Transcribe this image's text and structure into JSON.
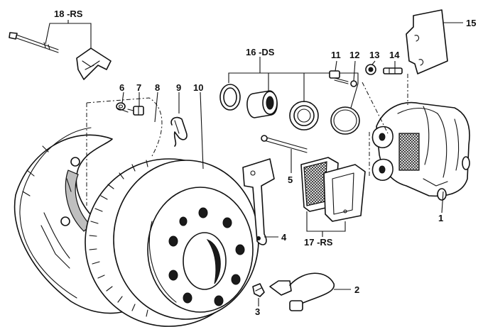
{
  "labels": {
    "c1": "1",
    "c2": "2",
    "c3": "3",
    "c4": "4",
    "c5": "5",
    "c6": "6",
    "c7": "7",
    "c8": "8",
    "c9": "9",
    "c10": "10",
    "c11": "11",
    "c12": "12",
    "c13": "13",
    "c14": "14",
    "c15": "15",
    "c16": "16 -DS",
    "c17": "17 -RS",
    "c18": "18 -RS"
  }
}
